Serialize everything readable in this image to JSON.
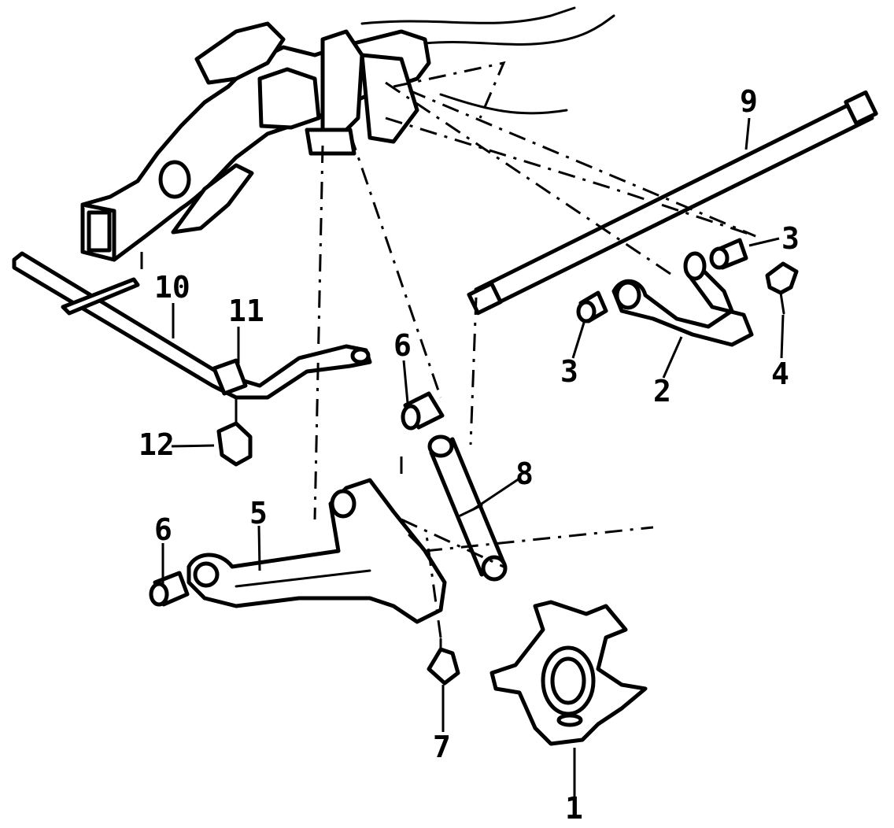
{
  "callouts": {
    "c1": "1",
    "c2": "2",
    "c3a": "3",
    "c3b": "3",
    "c4": "4",
    "c5": "5",
    "c6a": "6",
    "c6b": "6",
    "c7": "7",
    "c8": "8",
    "c9": "9",
    "c10": "10",
    "c11": "11",
    "c12": "12"
  }
}
